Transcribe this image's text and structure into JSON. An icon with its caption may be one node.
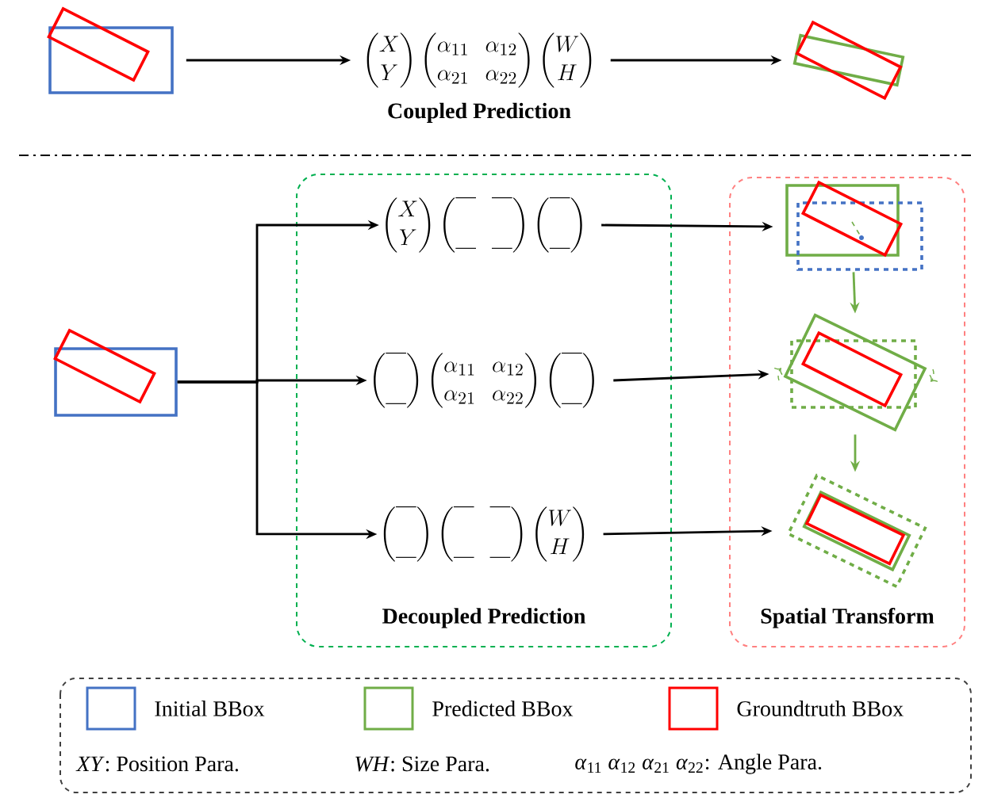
{
  "diagram": {
    "nodes": [
      {
        "text": [],
        "shape": "box"
      },
      {
        "text": [
          "\\begin{pmatrix}X\\\\Y\\end{pmatrix}\\begin{pmatrix}\\alpha_{11}&\\alpha_{12}\\\\\\alpha_{21}&\\alpha_{22}\\end{pmatrix}\\begin{pmatrix}W\\\\H\\end{pmatrix}"
        ],
        "beside": [
          "Coupled Prediction"
        ]
      },
      {
        "text": [],
        "shape": "picture"
      },
      {
        "text": [],
        "shape": "box"
      },
      {
        "text": [
          "Decoupled Prediction"
        ]
      },
      {
        "text": [
          "\\begin{pmatrix}X\\\\Y\\end{pmatrix}\\begin{pmatrix}\\overline{\\phantom{X}}&\\overline{\\phantom{X}}\\\\\\underline{\\phantom{X}}&\\underline{\\phantom{X}}\\end{pmatrix}\\begin{pmatrix}\\overline{\\phantom{X}}\\\\\\underline{\\phantom{X}}\\end{pmatrix}"
        ],
        "in": 4
      },
      {
        "text": [
          "\\begin{pmatrix}\\overline{\\phantom{X}}\\\\\\underline{\\phantom{X}}\\end{pmatrix}\\begin{pmatrix}\\alpha_{11}&\\alpha_{12}\\\\\\alpha_{21}&\\alpha_{22}\\end{pmatrix}\\begin{pmatrix}\\overline{\\phantom{X}}\\\\\\underline{\\phantom{X}}\\end{pmatrix}"
        ],
        "in": 4
      },
      {
        "text": [
          "\\begin{pmatrix}\\overline{\\phantom{X}}\\\\\\underline{\\phantom{X}}\\end{pmatrix}\\begin{pmatrix}\\overline{\\phantom{X}}&\\overline{\\phantom{X}}\\\\\\underline{\\phantom{X}}&\\underline{\\phantom{X}}\\end{pmatrix}\\begin{pmatrix}W\\\\H\\end{pmatrix}"
        ],
        "in": 4
      },
      {
        "text": [
          "Spatial Transform"
        ]
      },
      {
        "text": [],
        "shape": "picture",
        "in": 8
      },
      {
        "text": [],
        "shape": "picture",
        "in": 8
      },
      {
        "text": [],
        "shape": "picture",
        "in": 8
      }
    ],
    "edges": [
      {
        "from": 0,
        "to": 1,
        "arrow": "to"
      },
      {
        "from": 1,
        "to": 2,
        "arrow": "to"
      },
      {
        "from": 3,
        "to": 5,
        "arrow": "to"
      },
      {
        "from": 3,
        "to": 6,
        "arrow": "to"
      },
      {
        "from": 3,
        "to": 7,
        "arrow": "to"
      },
      {
        "from": 5,
        "to": 9,
        "arrow": "to"
      },
      {
        "from": 6,
        "to": 10,
        "arrow": "to"
      },
      {
        "from": 7,
        "to": 11,
        "arrow": "to"
      },
      {
        "from": 9,
        "to": 10,
        "arrow": "to",
        "color": "#70ad47"
      },
      {
        "from": 10,
        "to": 11,
        "arrow": "to",
        "color": "#70ad47"
      }
    ],
    "labels": [
      "*XY*: Position Para.",
      "*WH*: Size Para.",
      "*α*$_{11}$ *α*$_{12}$ *α*$_{21}$ *α*$_{22}$: Angle Para."
    ],
    "legend": [
      {
        "text": "Initial BBox",
        "color": "#4472c4"
      },
      {
        "text": "Predicted BBox",
        "color": "#70ad47"
      },
      {
        "text": "Groundtruth BBox",
        "color": "#ff0000"
      }
    ]
  }
}
